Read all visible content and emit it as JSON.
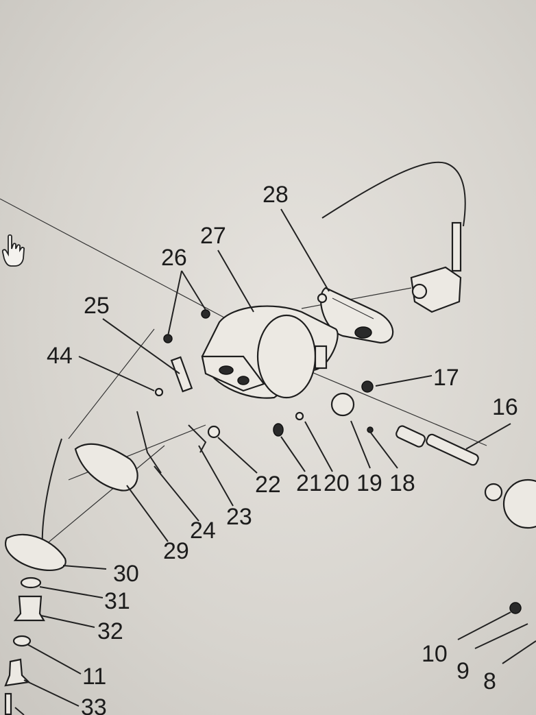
{
  "diagram": {
    "type": "exploded-parts-diagram",
    "part_labels": [
      "28",
      "27",
      "26",
      "25",
      "44",
      "17",
      "16",
      "22",
      "21",
      "20",
      "19",
      "18",
      "23",
      "24",
      "29",
      "30",
      "31",
      "32",
      "11",
      "33",
      "10",
      "9",
      "8"
    ]
  },
  "icons": {
    "cursor": "hand-pointer-icon"
  }
}
